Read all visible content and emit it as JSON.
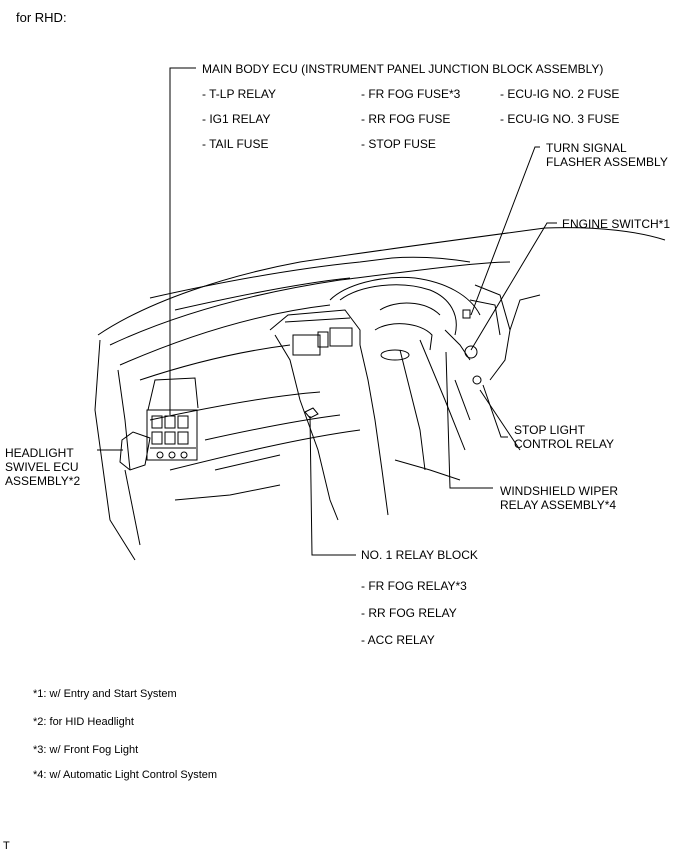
{
  "header": "for RHD:",
  "main_body_ecu": {
    "title": "MAIN BODY ECU (INSTRUMENT PANEL JUNCTION BLOCK ASSEMBLY)",
    "col1": [
      "- T-LP RELAY",
      "- IG1 RELAY",
      "- TAIL FUSE"
    ],
    "col2": [
      "- FR FOG FUSE*3",
      "- RR FOG FUSE",
      "- STOP FUSE"
    ],
    "col3": [
      "- ECU-IG NO. 2 FUSE",
      "- ECU-IG NO. 3 FUSE"
    ]
  },
  "turn_signal": [
    "TURN SIGNAL",
    "FLASHER ASSEMBLY"
  ],
  "engine_switch": "ENGINE SWITCH*1",
  "stop_light": [
    "STOP LIGHT",
    "CONTROL RELAY"
  ],
  "wiper_relay": [
    "WINDSHIELD WIPER",
    "RELAY ASSEMBLY*4"
  ],
  "headlight_ecu": [
    "HEADLIGHT",
    "SWIVEL ECU",
    "ASSEMBLY*2"
  ],
  "relay_block": {
    "title": "NO. 1 RELAY BLOCK",
    "items": [
      "- FR FOG RELAY*3",
      "- RR FOG RELAY",
      "- ACC RELAY"
    ]
  },
  "footnotes": [
    "*1: w/ Entry and Start System",
    "*2: for HID Headlight",
    "*3: w/ Front Fog Light",
    "*4: w/ Automatic Light Control System"
  ],
  "corner_mark": "T"
}
